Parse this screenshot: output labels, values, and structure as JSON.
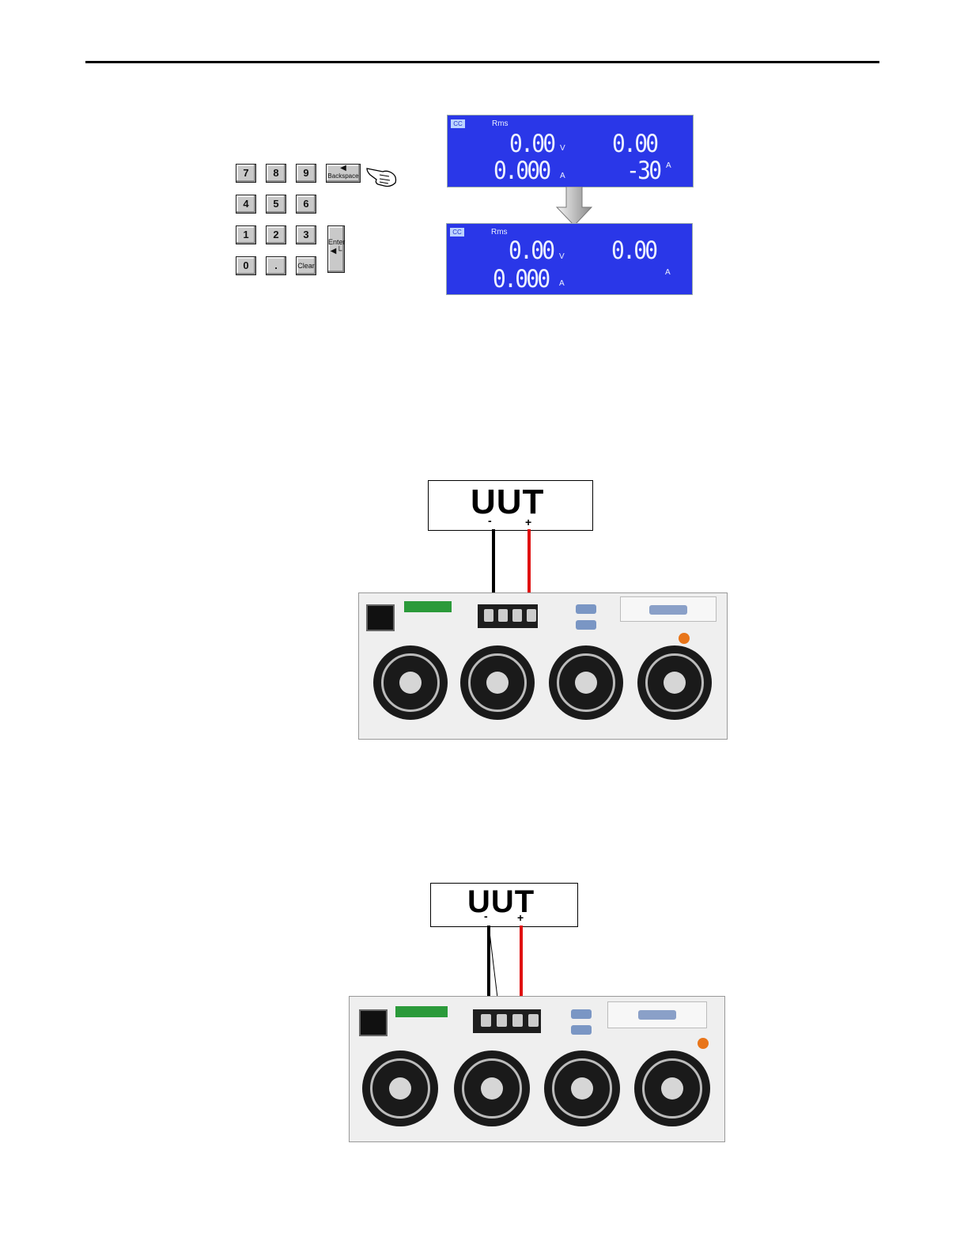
{
  "keypad": {
    "keys": [
      "7",
      "8",
      "9",
      "Backspace",
      "4",
      "5",
      "6",
      "1",
      "2",
      "3",
      "Enter",
      "0",
      ".",
      "Clear"
    ]
  },
  "lcd_top": {
    "mode": "CC",
    "label": "Rms",
    "v_value": "0.00",
    "v_unit": "V",
    "a_value": "0.000",
    "a_unit": "A",
    "right_top": "0.00",
    "right_bottom": "-30",
    "right_unit": "A"
  },
  "lcd_bottom": {
    "mode": "CC",
    "label": "Rms",
    "v_value": "0.00",
    "v_unit": "V",
    "a_value": "0.000",
    "a_unit": "A",
    "right_top": "0.00",
    "right_unit": "A"
  },
  "diagram1": {
    "uut": "UUT",
    "minus": "-",
    "plus": "+"
  },
  "diagram2": {
    "uut": "UUT",
    "minus": "-",
    "plus": "+"
  },
  "colors": {
    "lcd": "#2a37e8",
    "positive_wire": "#e01010",
    "negative_wire": "#000000"
  }
}
